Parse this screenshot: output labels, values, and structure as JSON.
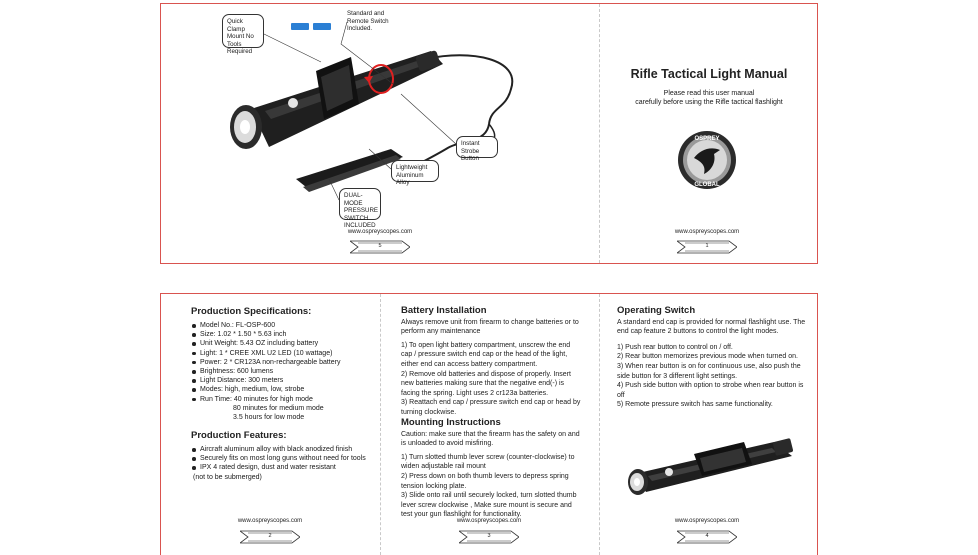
{
  "top": {
    "callouts": {
      "quick_clamp": "Quick Clamp Mount No Tools Required",
      "standard_remote": "Standard and Remote Switch Included.",
      "instant_strobe": "Instant Strobe Button",
      "lightweight": "Lightweight Aluminum Alloy",
      "dual_mode": "DUAL-MODE PRESSURE SWITCH INCLUDED"
    },
    "left_url": "www.ospreyscopes.com",
    "left_page": "5",
    "manual_title": "Rifle Tactical Light Manual",
    "manual_sub1": "Please read this user manual",
    "manual_sub2": "carefully before using the Rifle tactical flashlight",
    "logo_top": "OSPREY",
    "logo_bottom": "GLOBAL",
    "right_url": "www.ospreyscopes.com",
    "right_page": "1"
  },
  "specs": {
    "title": "Production Specifications:",
    "items": [
      "Model No.: FL-OSP-600",
      "Size: 1.02 * 1.50 * 5.63 inch",
      "Unit Weight: 5.43 OZ including battery",
      "Light: 1 * CREE XML U2 LED (10 wattage)",
      "Power: 2 * CR123A non-rechargeable battery",
      "Brightness: 600 lumens",
      "Light Distance: 300 meters",
      "Modes: high, medium, low, strobe",
      "Run Time: 40 minutes for high mode"
    ],
    "run_medium": "80 minutes for medium mode",
    "run_low": "3.5 hours for low mode",
    "features_title": "Production Features:",
    "features": [
      "Aircraft aluminum alloy with black anodized finish",
      "Securely fits on most long guns without need for tools",
      "IPX 4 rated design, dust and water resistant"
    ],
    "features_note": "(not to be submerged)",
    "url": "www.ospreyscopes.com",
    "page": "2"
  },
  "battery": {
    "title": "Battery Installation",
    "intro": "Always remove unit from firearm to change batteries or to perform any maintenance",
    "steps": [
      "1)  To open light battery compartment, unscrew the end cap / pressure switch end cap or the head of the light, either end can access battery compartment.",
      "2)  Remove old batteries and dispose of properly. Insert new batteries making sure that the negative end(-) is facing the spring. Light uses 2 cr123a batteries.",
      "3)  Reattach end cap / pressure switch end cap or head by turning clockwise."
    ],
    "mount_title": "Mounting Instructions",
    "mount_caution": "Caution: make sure that the firearm has the safety on and is unloaded to avoid misfiring.",
    "mount_steps": [
      "1) Turn slotted thumb lever screw (counter-clockwise) to widen adjustable rail mount",
      "2) Press down on both thumb levers to depress spring tension locking plate.",
      "3) Slide onto rail until securely locked, turn slotted thumb lever screw clockwise , Make sure mount is secure and test your gun flashlight for functionality."
    ],
    "url": "www.ospreyscopes.com",
    "page": "3"
  },
  "operating": {
    "title": "Operating Switch",
    "intro": "A standard end cap is provided for normal flashlight use. The end cap feature 2 buttons to control the light modes.",
    "steps": [
      "1) Push rear button to control on / off.",
      "2) Rear button memorizes previous mode when turned on.",
      "3) When rear button is on for continuous use, also push the side button for 3 different light settings.",
      "4) Push side button with option to strobe when rear button is off",
      "5) Remote pressure switch has same functionality."
    ],
    "url": "www.ospreyscopes.com",
    "page": "4"
  }
}
